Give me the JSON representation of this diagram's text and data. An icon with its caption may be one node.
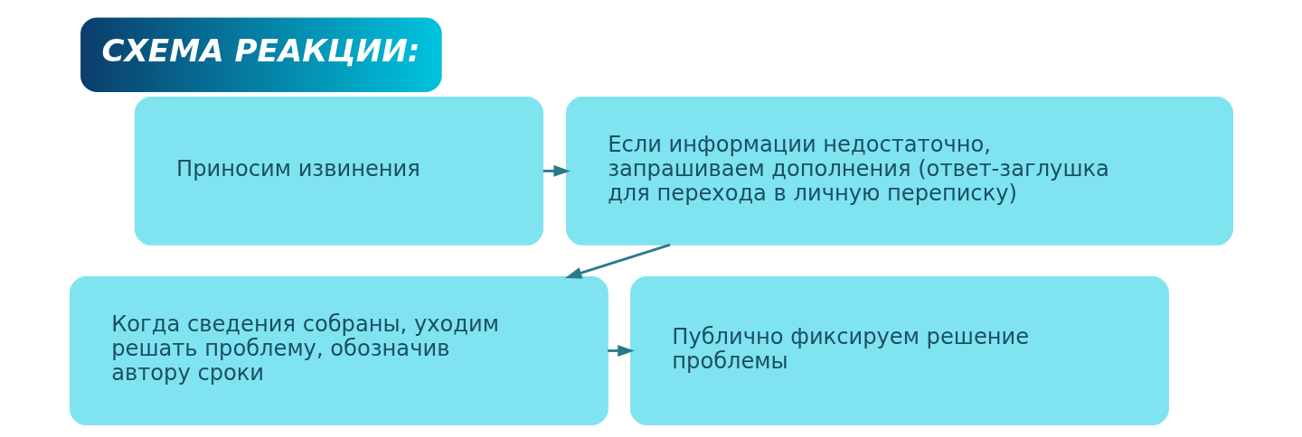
{
  "diagram": {
    "title": "СХЕМА РЕАКЦИИ:",
    "nodes": [
      {
        "text": [
          "Приносим извинения"
        ]
      },
      {
        "text": [
          "Если информации недостаточно, запрашиваем дополнения (ответ-заглушка для перехода в личную переписку)"
        ]
      },
      {
        "text": [
          "Когда сведения собраны, уходим решать проблему, обозначив автору сроки"
        ]
      },
      {
        "text": [
          "Публично фиксируем решение проблемы"
        ]
      }
    ],
    "edges": [
      {
        "from": 0,
        "to": 1,
        "arrow": "to"
      },
      {
        "from": 1,
        "to": 2,
        "arrow": "to"
      },
      {
        "from": 2,
        "to": 3,
        "arrow": "to"
      }
    ]
  }
}
